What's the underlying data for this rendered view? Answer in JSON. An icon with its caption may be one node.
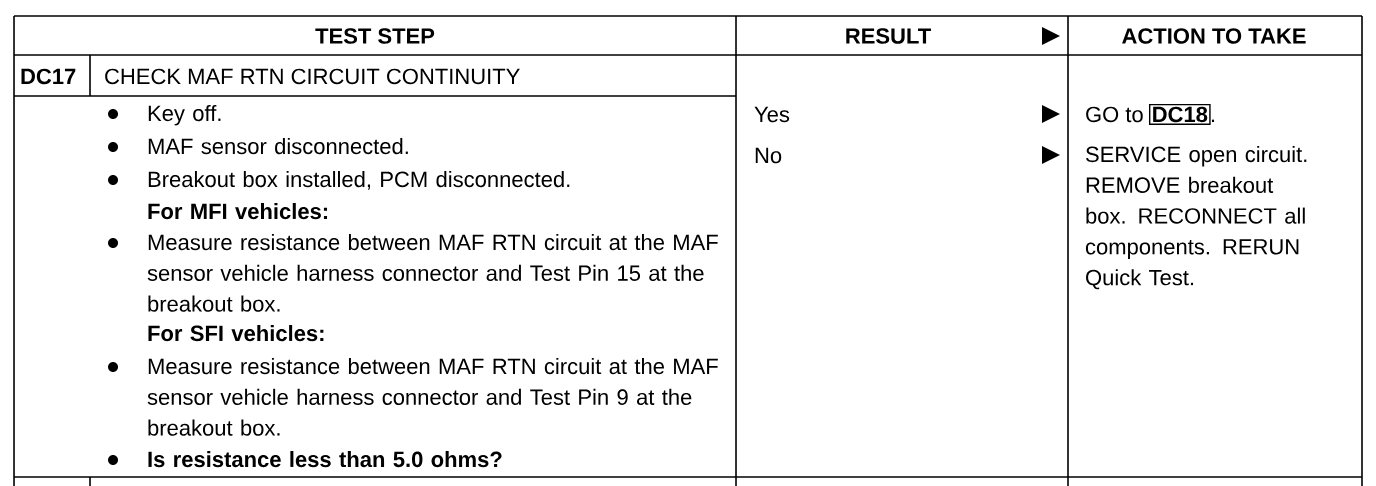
{
  "diagram": {
    "labels": [
      "TEST STEP",
      "RESULT",
      "ACTION TO TAKE",
      "DC17",
      "CHECK MAF RTN CIRCUIT CONTINUITY",
      "Key off.",
      "MAF sensor disconnected.",
      "Breakout box installed, PCM disconnected.",
      "For MFI vehicles:",
      "Measure resistance between MAF RTN circuit at the MAF sensor vehicle harness connector and Test Pin 15 at the breakout box.",
      "For SFI vehicles:",
      "Measure resistance between MAF RTN circuit at the MAF sensor vehicle harness connector and Test Pin 9 at the breakout box.",
      "Is resistance less than 5.0 ohms?",
      "Yes",
      "GO to",
      "DC18",
      ".",
      "No",
      "SERVICE open circuit. REMOVE breakout box. RECONNECT all components. RERUN Quick Test."
    ]
  }
}
